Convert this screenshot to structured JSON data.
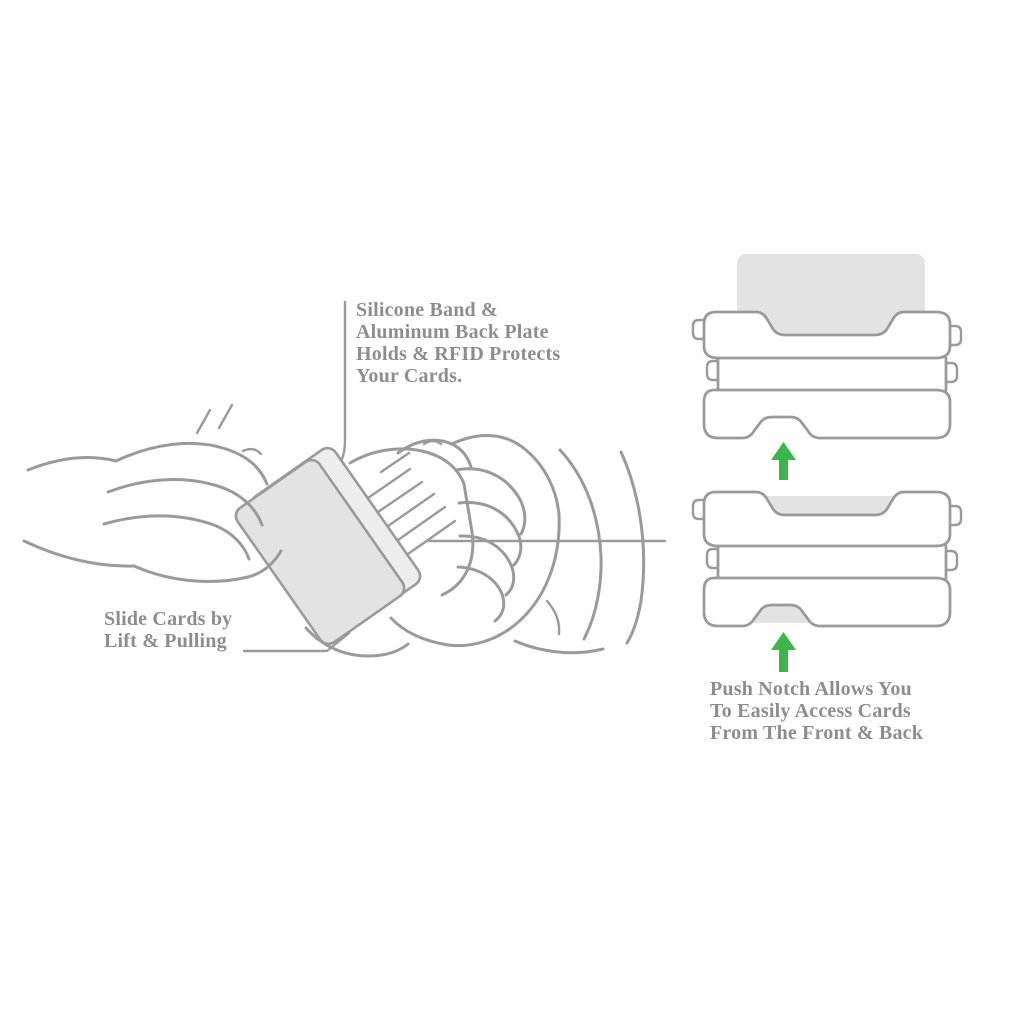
{
  "colors": {
    "background": "#ffffff",
    "line": "#9a9a9a",
    "fill": "#e3e3e3",
    "text": "#8d8d8d",
    "green": "#3cb54a"
  },
  "annotations": {
    "band_note": {
      "line1": "Silicone Band &",
      "line2": "Aluminum Back Plate",
      "line3": "Holds & RFID Protects",
      "line4": "Your Cards."
    },
    "slide_note": {
      "line1": "Slide Cards by",
      "line2": "Lift & Pulling"
    },
    "notch_note": {
      "line1": "Push Notch Allows You",
      "line2": "To Easily Access Cards",
      "line3": "From The Front & Back"
    }
  }
}
